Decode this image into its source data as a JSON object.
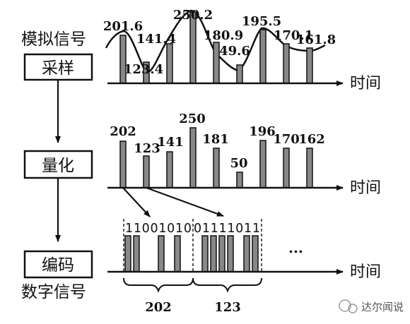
{
  "labels": {
    "analog_signal": "模拟信号",
    "sample_step": "采样",
    "quantize_step": "量化",
    "encode_step": "编码",
    "digital_signal": "数字信号",
    "time_axis": "时间",
    "ellipsis": "...",
    "watermark": "达尔闻说"
  },
  "sampled_values": [
    "201.6",
    "123.4",
    "141.4",
    "250.2",
    "180.9",
    "49.6",
    "195.5",
    "170.1",
    "161.8"
  ],
  "quantized_values": [
    "202",
    "123",
    "141",
    "250",
    "181",
    "50",
    "196",
    "170",
    "162"
  ],
  "encoded": {
    "bits_group1": "11001010",
    "bits_group2": "01111011",
    "value1": "202",
    "value2": "123"
  }
}
